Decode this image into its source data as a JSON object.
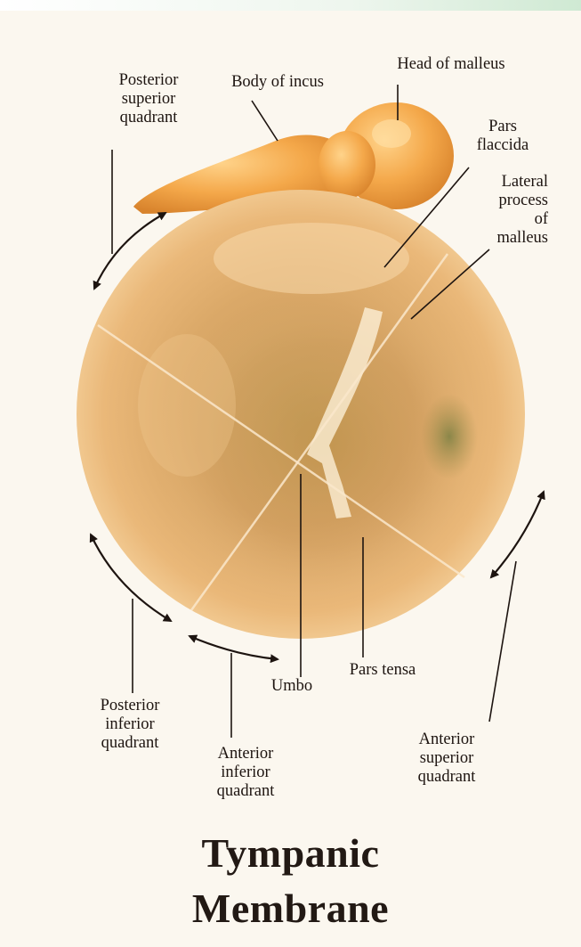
{
  "labels": {
    "posterior_superior": "Posterior\nsuperior\nquadrant",
    "body_of_incus": "Body of incus",
    "head_of_malleus": "Head of malleus",
    "pars_flaccida": "Pars\nflaccida",
    "lateral_process": "Lateral\nprocess\nof\nmalleus",
    "umbo": "Umbo",
    "pars_tensa": "Pars tensa",
    "posterior_inferior": "Posterior\ninferior\nquadrant",
    "anterior_inferior": "Anterior\ninferior\nquadrant",
    "anterior_superior": "Anterior\nsuperior\nquadrant"
  },
  "title": {
    "line1": "Tympanic",
    "line2": "Membrane"
  },
  "colors": {
    "membrane_light": "#f4cf96",
    "membrane_mid": "#e1a562",
    "membrane_dark": "#b88c48",
    "ossicle": "#f0a240",
    "background": "#fbf7ef"
  }
}
